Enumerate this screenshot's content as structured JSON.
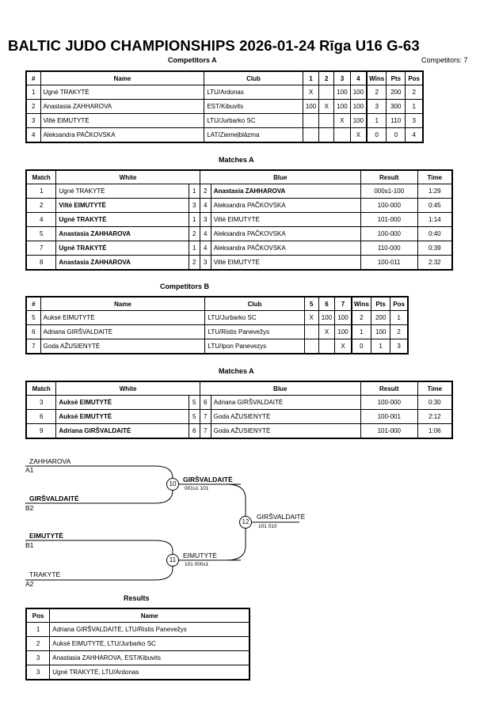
{
  "header": {
    "title": "BALTIC JUDO CHAMPIONSHIPS  2026-01-24  Rīga   U16 G-63",
    "competitors_a_label": "Competitors A",
    "competitors_count": "Competitors: 7"
  },
  "pool_a": {
    "columns": [
      "#",
      "Name",
      "Club",
      "1",
      "2",
      "3",
      "4",
      "Wins",
      "Pts",
      "Pos"
    ],
    "rows": [
      {
        "n": "1",
        "name": "Ugnė TRAKYTĖ",
        "club": "LTU/Ardonas",
        "s": [
          "X",
          "",
          "100",
          "100"
        ],
        "wins": "2",
        "pts": "200",
        "pos": "2"
      },
      {
        "n": "2",
        "name": "Anastasia ZAHHAROVA",
        "club": "EST/Kibuvits",
        "s": [
          "100",
          "X",
          "100",
          "100"
        ],
        "wins": "3",
        "pts": "300",
        "pos": "1"
      },
      {
        "n": "3",
        "name": "Viltė EIMUTYTĖ",
        "club": "LTU/Jurbarko SC",
        "s": [
          "",
          "",
          "X",
          "100"
        ],
        "wins": "1",
        "pts": "110",
        "pos": "3"
      },
      {
        "n": "4",
        "name": "Aleksandra PAČKOVSKA",
        "club": "LAT/Ziemeļblāzma",
        "s": [
          "",
          "",
          "",
          "X"
        ],
        "wins": "0",
        "pts": "0",
        "pos": "4"
      }
    ]
  },
  "matches_a_label": "Matches A",
  "matches_a": {
    "columns": [
      "Match",
      "White",
      "Blue",
      "Result",
      "Time"
    ],
    "rows": [
      {
        "m": "1",
        "white": "Ugnė TRAKYTĖ",
        "wb": false,
        "wn": "1",
        "bn": "2",
        "blue": "Anastasia ZAHHAROVA",
        "bb": true,
        "result": "000s1-100",
        "time": "1:29"
      },
      {
        "m": "2",
        "white": "Viltė EIMUTYTĖ",
        "wb": true,
        "wn": "3",
        "bn": "4",
        "blue": "Aleksandra PAČKOVSKA",
        "bb": false,
        "result": "100-000",
        "time": "0:45"
      },
      {
        "m": "4",
        "white": "Ugnė TRAKYTĖ",
        "wb": true,
        "wn": "1",
        "bn": "3",
        "blue": "Viltė EIMUTYTĖ",
        "bb": false,
        "result": "101-000",
        "time": "1:14"
      },
      {
        "m": "5",
        "white": "Anastasia ZAHHAROVA",
        "wb": true,
        "wn": "2",
        "bn": "4",
        "blue": "Aleksandra PAČKOVSKA",
        "bb": false,
        "result": "100-000",
        "time": "0:40"
      },
      {
        "m": "7",
        "white": "Ugnė TRAKYTĖ",
        "wb": true,
        "wn": "1",
        "bn": "4",
        "blue": "Aleksandra PAČKOVSKA",
        "bb": false,
        "result": "110-000",
        "time": "0:39"
      },
      {
        "m": "8",
        "white": "Anastasia ZAHHAROVA",
        "wb": true,
        "wn": "2",
        "bn": "3",
        "blue": "Viltė EIMUTYTĖ",
        "bb": false,
        "result": "100-011",
        "time": "2:32"
      }
    ]
  },
  "competitors_b_label": "Competitors B",
  "pool_b": {
    "columns": [
      "#",
      "Name",
      "Club",
      "5",
      "6",
      "7",
      "Wins",
      "Pts",
      "Pos"
    ],
    "rows": [
      {
        "n": "5",
        "name": "Auksė EIMUTYTĖ",
        "club": "LTU/Jurbarko SC",
        "s": [
          "X",
          "100",
          "100"
        ],
        "wins": "2",
        "pts": "200",
        "pos": "1"
      },
      {
        "n": "6",
        "name": "Adriana GIRŠVALDAITĖ",
        "club": "LTU/Ristis Panevežys",
        "s": [
          "",
          "X",
          "100"
        ],
        "wins": "1",
        "pts": "100",
        "pos": "2"
      },
      {
        "n": "7",
        "name": "Goda AŽUSIENYTĖ",
        "club": "LTU/Ipon Panevezys",
        "s": [
          "",
          "",
          "X"
        ],
        "wins": "0",
        "pts": "1",
        "pos": "3"
      }
    ]
  },
  "matches_b_label": "Matches A",
  "matches_b": {
    "columns": [
      "Match",
      "White",
      "Blue",
      "Result",
      "Time"
    ],
    "rows": [
      {
        "m": "3",
        "white": "Auksė EIMUTYTĖ",
        "wb": true,
        "wn": "5",
        "bn": "6",
        "blue": "Adriana GIRŠVALDAITĖ",
        "bb": false,
        "result": "100-000",
        "time": "0:30"
      },
      {
        "m": "6",
        "white": "Auksė EIMUTYTĖ",
        "wb": true,
        "wn": "5",
        "bn": "7",
        "blue": "Goda AŽUSIENYTĖ",
        "bb": false,
        "result": "100-001",
        "time": "2:12"
      },
      {
        "m": "9",
        "white": "Adriana GIRŠVALDAITĖ",
        "wb": true,
        "wn": "6",
        "bn": "7",
        "blue": "Goda AŽUSIENYTĖ",
        "bb": false,
        "result": "101-000",
        "time": "1:06"
      }
    ]
  },
  "bracket": {
    "top": "ZAHHAROVA",
    "top_seed": "A1",
    "second": "GIRŠVALDAITĖ",
    "second_seed": "B2",
    "third": "EIMUTYTĖ",
    "third_seed": "B1",
    "bottom": "TRAKYTĖ",
    "bottom_seed": "A2",
    "m10": "10",
    "m10_winner": "GIRŠVALDAITĖ",
    "m10_score": "001s1   101",
    "m11": "11",
    "m11_winner": "EIMUTYTĖ",
    "m11_score": "101   000s1",
    "m12": "12",
    "m12_winner": "GIRŠVALDAITĖ",
    "m12_score": "101   010"
  },
  "results": {
    "label": "Results",
    "columns": [
      "Pos",
      "Name"
    ],
    "rows": [
      {
        "pos": "1",
        "name": "Adriana GIRŠVALDAITĖ, LTU/Ristis Panevežys"
      },
      {
        "pos": "2",
        "name": "Auksė EIMUTYTĖ, LTU/Jurbarko SC"
      },
      {
        "pos": "3",
        "name": "Anastasia ZAHHAROVA, EST/Kibuvits"
      },
      {
        "pos": "3",
        "name": "Ugnė TRAKYTĖ, LTU/Ardonas"
      }
    ]
  }
}
